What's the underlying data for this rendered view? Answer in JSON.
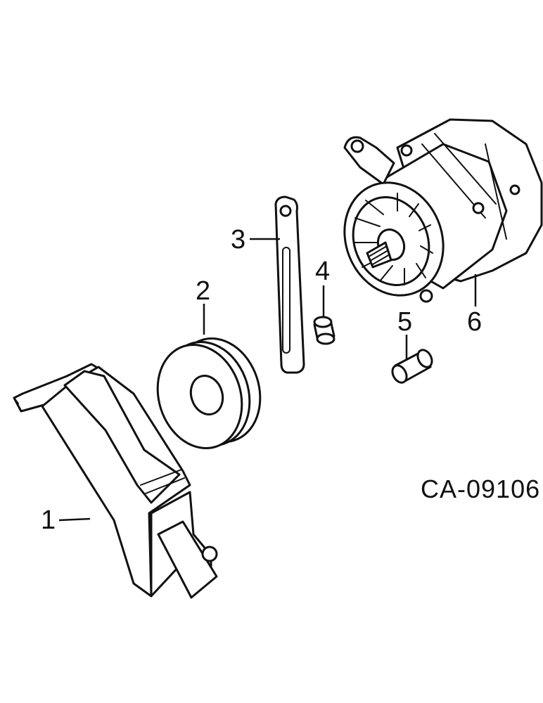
{
  "callouts": [
    "1",
    "2",
    "3",
    "4",
    "5",
    "6"
  ],
  "reference_code": "CA-09106"
}
